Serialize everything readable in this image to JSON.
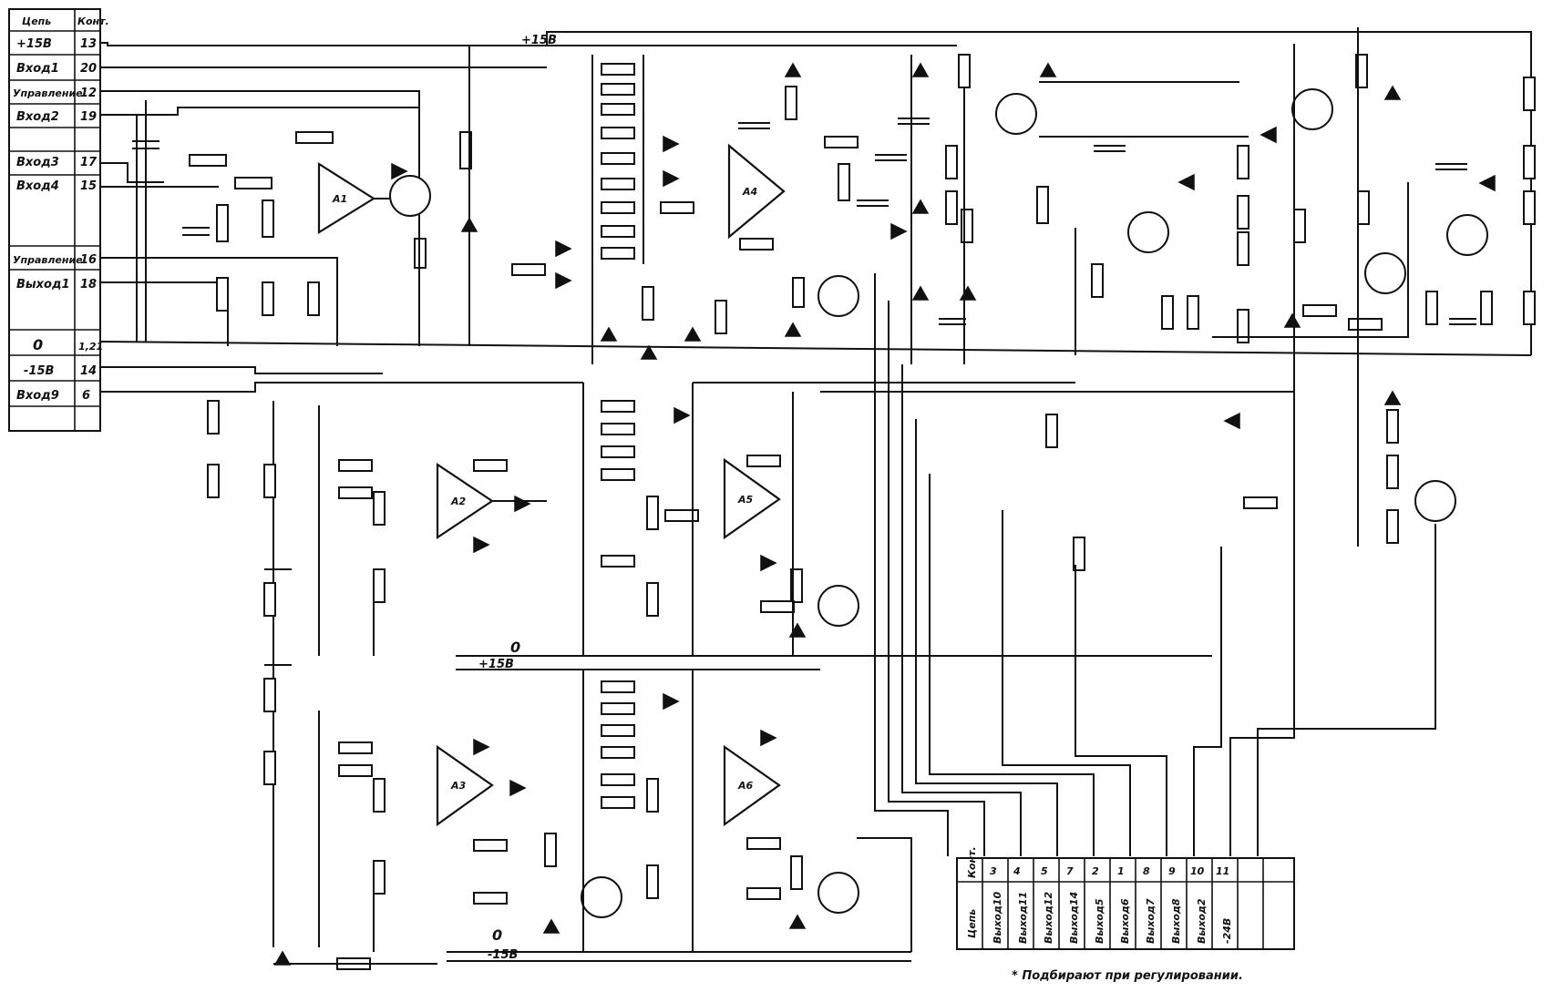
{
  "left_connector": {
    "header": [
      "Цепь",
      "Конт."
    ],
    "rows": [
      {
        "name": "+15В",
        "pin": "13"
      },
      {
        "name": "Вход1",
        "pin": "20"
      },
      {
        "name": "Управление",
        "pin": "12"
      },
      {
        "name": "Вход2",
        "pin": "19"
      },
      {
        "name": "Вход3",
        "pin": "17"
      },
      {
        "name": "Вход4",
        "pin": "15"
      },
      {
        "name": "Управление",
        "pin": "16"
      },
      {
        "name": "Выход1",
        "pin": "18"
      },
      {
        "name": "0",
        "pin": "1,21"
      },
      {
        "name": "-15В",
        "pin": "14"
      },
      {
        "name": "Вход9",
        "pin": "6"
      }
    ]
  },
  "bottom_connector": {
    "pin_row": [
      "3",
      "4",
      "5",
      "7",
      "2",
      "1",
      "8",
      "9",
      "10",
      "11"
    ],
    "name_row": [
      "Выход10",
      "Выход11",
      "Выход12",
      "Выход14",
      "Выход5",
      "Выход6",
      "Выход7",
      "Выход8",
      "Выход2",
      "-24В"
    ],
    "header": [
      "Цепь",
      "Конт."
    ]
  },
  "rails": {
    "pos": "+15В",
    "neg": "-15В",
    "zero": "0"
  },
  "opamps": [
    "A1",
    "A2",
    "A3",
    "A4",
    "A5",
    "A6"
  ],
  "footnote": "* Подбирают при регулировании."
}
